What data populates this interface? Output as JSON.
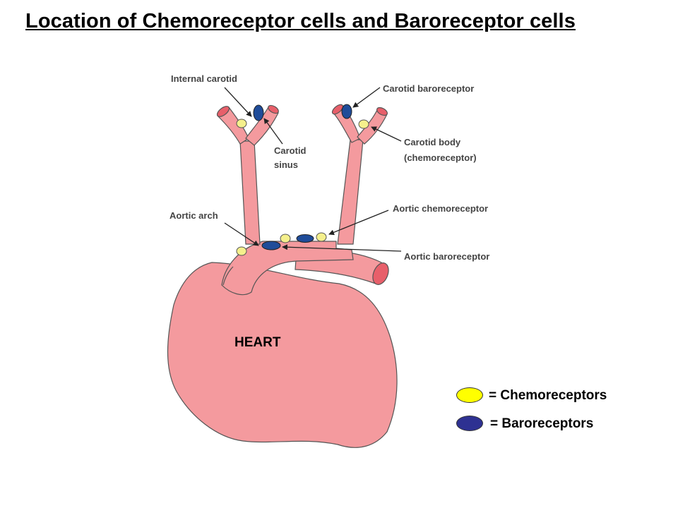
{
  "title": "Location of Chemoreceptor cells and Baroreceptor cells",
  "labels": {
    "internal_carotid": "Internal carotid",
    "carotid_baroreceptor": "Carotid baroreceptor",
    "carotid_sinus_line1": "Carotid",
    "carotid_sinus_line2": "sinus",
    "carotid_body_line1": "Carotid body",
    "carotid_body_line2": "(chemoreceptor)",
    "aortic_arch": "Aortic arch",
    "aortic_chemoreceptor": "Aortic chemoreceptor",
    "aortic_baroreceptor": "Aortic baroreceptor",
    "heart": "HEART"
  },
  "legend": {
    "chemoreceptors": "= Chemoreceptors",
    "baroreceptors": "= Baroreceptors"
  },
  "colors": {
    "tissue": "#F49A9E",
    "tissue_outline": "#555555",
    "vessel_opening": "#E85F6A",
    "chemoreceptor": "#F5F08C",
    "baroreceptor": "#1F4C99",
    "legend_chemoreceptor": "#FFFF00",
    "legend_baroreceptor": "#2E3192"
  }
}
